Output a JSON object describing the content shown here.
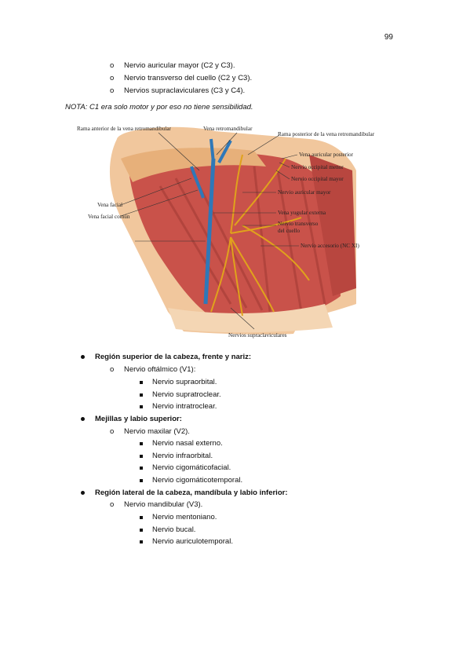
{
  "page_number": "99",
  "top_items": [
    "Nervio auricular mayor (C2 y C3).",
    "Nervio transverso del cuello (C2 y C3).",
    "Nervios supraclaviculares (C3 y C4)."
  ],
  "note": "NOTA: C1 era solo motor y por eso no tiene sensibilidad.",
  "figure_labels": {
    "rama_anterior": "Rama anterior de la vena retromandibular",
    "vena_retromandibular": "Vena retromandibular",
    "rama_posterior": "Rama posterior de la vena retromandibular",
    "vena_auricular_posterior": "Vena auricular posterior",
    "nervio_occipital_menor": "Nervio occipital menor",
    "nervio_occipital_mayor": "Nervio occipital mayor",
    "nervio_auricular_mayor": "Nervio auricular mayor",
    "vena_facial": "Vena facial",
    "vena_facial_comun": "Vena facial común",
    "vena_yugular_externa": "Vena yugular externa",
    "nervio_transverso_1": "Nervio transverso",
    "nervio_transverso_2": "del cuello",
    "nervio_accesorio": "Nervio accesorio (NC XI)",
    "nervios_supraclaviculares": "Nervios supraclaviculares"
  },
  "sections": [
    {
      "title": "Región superior de la cabeza, frente y nariz",
      "nerve": "Nervio oftálmico (V1):",
      "branches": [
        "Nervio supraorbital.",
        "Nervio supratroclear.",
        "Nervio intratroclear."
      ]
    },
    {
      "title": "Mejillas y labio superior",
      "nerve": "Nervio maxilar (V2).",
      "branches": [
        "Nervio nasal externo.",
        "Nervio infraorbital.",
        "Nervio cigomáticofacial.",
        "Nervio cigomáticotemporal."
      ]
    },
    {
      "title": "Región lateral de la cabeza, mandíbula y labio inferior",
      "nerve": "Nervio mandibular (V3).",
      "branches": [
        "Nervio mentoniano.",
        "Nervio bucal.",
        "Nervio auriculotemporal."
      ]
    }
  ],
  "colors": {
    "muscle": "#c9524a",
    "vein": "#2f78b8",
    "nerve": "#e0a21c",
    "skin": "#f1c79d"
  }
}
